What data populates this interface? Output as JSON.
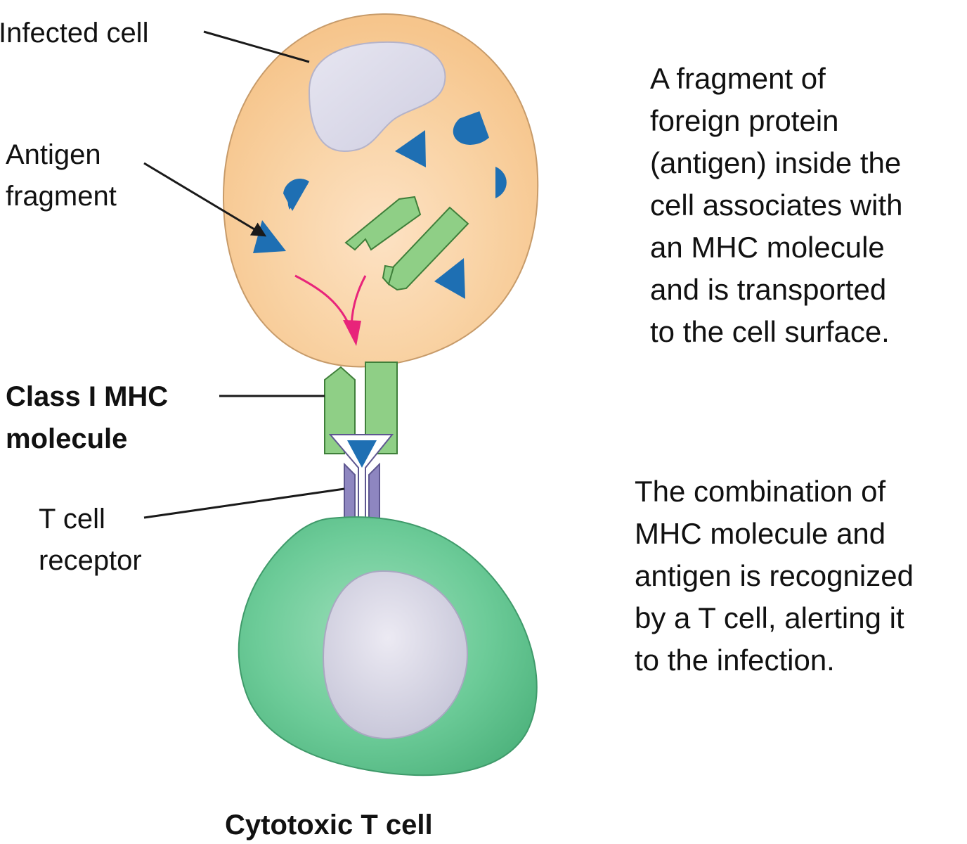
{
  "labels": {
    "infected_cell": "Infected cell",
    "antigen_fragment": [
      "Antigen",
      "fragment"
    ],
    "mhc_molecule": [
      "Class I MHC",
      "molecule"
    ],
    "t_cell_receptor": [
      "T cell",
      "receptor"
    ],
    "cytotoxic_t_cell": "Cytotoxic T cell"
  },
  "descriptions": {
    "top": [
      "A fragment of",
      "foreign protein",
      "(antigen) inside the",
      "cell associates with",
      "an MHC molecule",
      "and is transported",
      "to the cell surface."
    ],
    "bottom": [
      "The combination of",
      "MHC molecule and",
      "antigen is recognized",
      "by a T cell, alerting it",
      "to the infection."
    ]
  },
  "colors": {
    "infected_cell_fill": "#f8cf9c",
    "infected_cell_center": "#fbe1c0",
    "nucleus_fill": "#dcdbea",
    "antigen_fill": "#1e6fb3",
    "mhc_fill": "#8fcf86",
    "mhc_stroke": "#3f7f3a",
    "tcr_fill": "#8e86c0",
    "t_cell_fill": "#69c895",
    "transport_arrow": "#e8247a"
  }
}
